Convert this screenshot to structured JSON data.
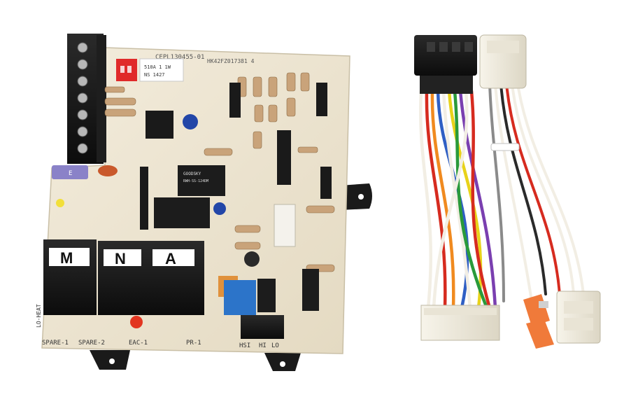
{
  "board": {
    "part_number": "CEPL130455-01",
    "serial": "HK42FZ017381 4",
    "sticker_line1": "510A 1 1W",
    "sticker_line2": "NS 1427",
    "relay_brand": "GOODSKY",
    "relay_model": "RWH-SS-124DM",
    "big_terminals": [
      "M",
      "N",
      "A"
    ],
    "bottom_labels": [
      "SPARE-1",
      "SPARE-2",
      "EAC-1",
      "PR-1",
      "HSI",
      "HI",
      "LO"
    ],
    "side_label": "LO-HEAT",
    "fuse_label": "E"
  },
  "colors": {
    "board": "#efe7d3",
    "terminal_black": "#151515",
    "fuse_purple": "#8a82c8",
    "dip_red": "#e02a2a",
    "led_yellow": "#f2df3a",
    "led_red": "#e23520",
    "cap_blue": "#2c74c9",
    "resistor": "#c9a37a"
  },
  "harness": {
    "wire_colors_large": [
      "#d62b1f",
      "#f08a1f",
      "#2f5fc4",
      "#ffffff",
      "#ffffff",
      "#e8d21a",
      "#2a9a3a",
      "#7a3fb0",
      "#ffffff",
      "#ffffff"
    ],
    "wire_colors_small": [
      "#8a8a8a",
      "#ffffff",
      "#2a2a2a",
      "#d62b1f",
      "#ffffff"
    ]
  }
}
